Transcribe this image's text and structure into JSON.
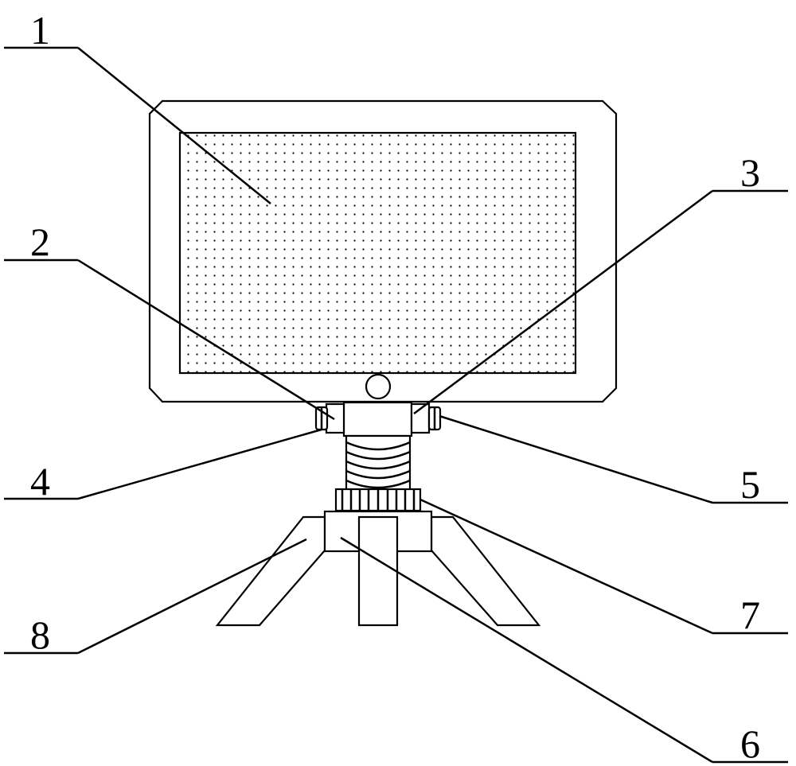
{
  "figure": {
    "line_color": "#000000",
    "background": "#ffffff",
    "labels": [
      {
        "id": "1",
        "text": "1"
      },
      {
        "id": "2",
        "text": "2"
      },
      {
        "id": "3",
        "text": "3"
      },
      {
        "id": "4",
        "text": "4"
      },
      {
        "id": "5",
        "text": "5"
      },
      {
        "id": "6",
        "text": "6"
      },
      {
        "id": "7",
        "text": "7"
      },
      {
        "id": "8",
        "text": "8"
      }
    ]
  }
}
